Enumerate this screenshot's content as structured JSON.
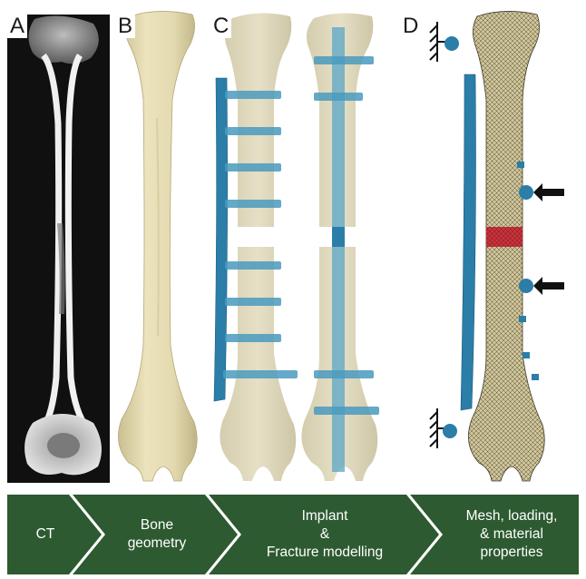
{
  "panels": {
    "a": "A",
    "b": "B",
    "c": "C",
    "d": "D"
  },
  "workflow": {
    "steps": [
      {
        "label": "CT"
      },
      {
        "label": "Bone\ngeometry"
      },
      {
        "label": "Implant\n&\nFracture modelling"
      },
      {
        "label": "Mesh, loading,\n& material\nproperties"
      }
    ]
  },
  "colors": {
    "bone": "#e8dfb5",
    "implant": "#2a7ea8",
    "fracture_region": "#c8323c",
    "workflow_fill": "#2d5a30"
  }
}
